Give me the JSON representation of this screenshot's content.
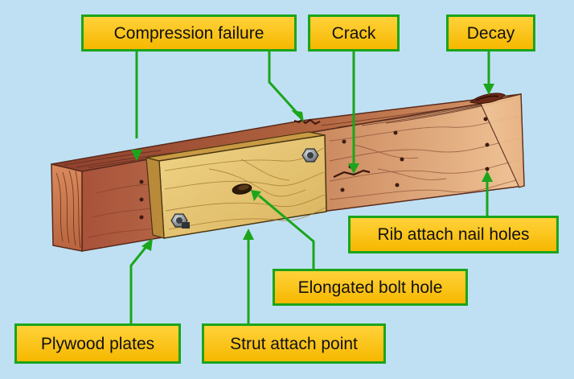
{
  "callouts": {
    "compression_failure": "Compression failure",
    "crack": "Crack",
    "decay": "Decay",
    "rib_attach_nail_holes": "Rib attach nail holes",
    "elongated_bolt_hole": "Elongated bolt hole",
    "plywood_plates": "Plywood plates",
    "strut_attach_point": "Strut attach point"
  },
  "colors": {
    "background": "#bfe0f2",
    "callout_fill": "#f6b800",
    "callout_border": "#1ba51b",
    "leader_line": "#1ba51b",
    "spar_light_wood": "#e9b98c",
    "spar_dark_wood": "#a9563b",
    "plywood_plate": "#e6c473"
  }
}
